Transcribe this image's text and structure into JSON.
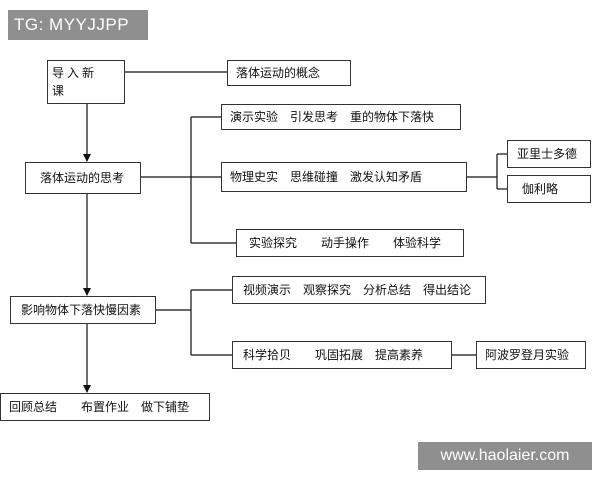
{
  "watermarks": {
    "top_left": "TG: MYYJJPP",
    "bottom_right": "www.haolaier.com"
  },
  "nodes": {
    "intro_line1": "导入新",
    "intro_line2": "课",
    "concept": "落体运动的概念",
    "thinking": "落体运动的思考",
    "demo": "演示实验　引发思考　重的物体下落快",
    "history": "物理史实　思维碰撞　激发认知矛盾",
    "aristotle": "亚里士多德",
    "galileo": "伽利略",
    "explore": "实验探究　　动手操作　　体验科学",
    "factors": "影响物体下落快慢因素",
    "video": "视频演示　观察探究　分析总结　得出结论",
    "science": "科学拾贝　　巩固拓展　提高素养",
    "apollo": "阿波罗登月实验",
    "review": "回顾总结　　布置作业　做下铺垫"
  }
}
